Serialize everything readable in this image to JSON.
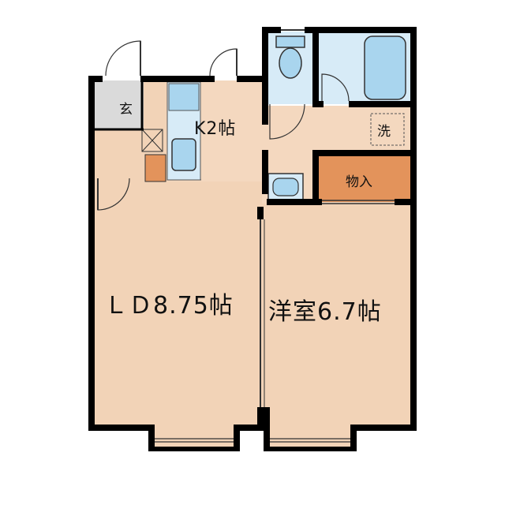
{
  "rooms": {
    "entrance": "玄",
    "kitchen": "K2帖",
    "living_dining": "ＬＤ8.75帖",
    "western_room": "洋室6.7帖",
    "storage": "物入",
    "washer": "洗"
  },
  "colors": {
    "wall": "#000000",
    "floor": "#f2d3b7",
    "entrance": "#dadada",
    "wet_area": "#d7ebf7",
    "fixture": "#a9d5ee",
    "storage": "#e3935b",
    "corridor": "#f4d8bf"
  }
}
